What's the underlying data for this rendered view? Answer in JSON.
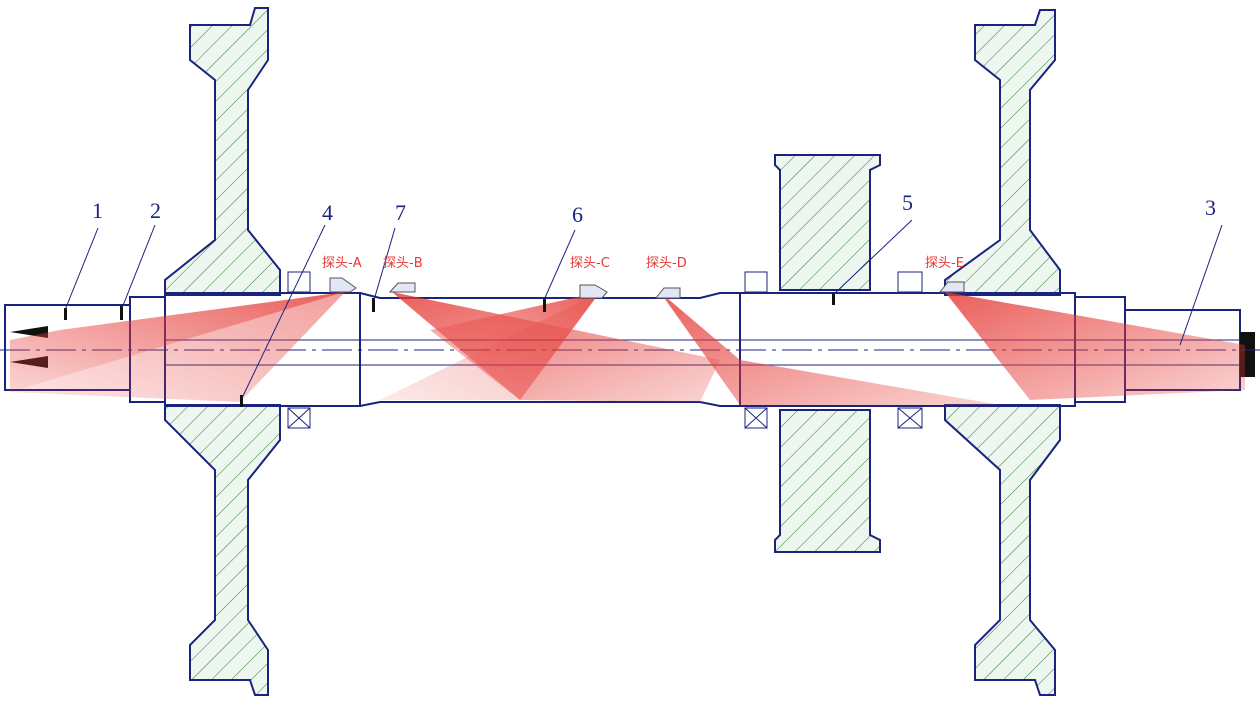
{
  "diagram": {
    "part_numbers": [
      "1",
      "2",
      "4",
      "7",
      "6",
      "5",
      "3"
    ],
    "probes": [
      "探头-A",
      "探头-B",
      "探头-C",
      "探头-D",
      "探头-E"
    ],
    "colors": {
      "line": "#1a237e",
      "beam": "#e53935",
      "hatch": "#2e7d32"
    }
  }
}
